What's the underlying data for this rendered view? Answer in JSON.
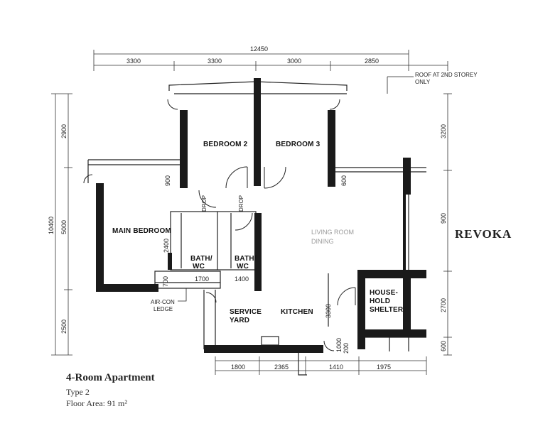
{
  "caption": {
    "title": "4-Room Apartment",
    "type": "Type 2",
    "floor_area": "Floor Area: 91 m²"
  },
  "dimensions": {
    "top_total": "12450",
    "top_segments": [
      "3300",
      "3300",
      "3000",
      "2850"
    ],
    "bottom_segments": [
      "1800",
      "2365",
      "1410",
      "1975"
    ],
    "left_total": "10400",
    "left_segments": [
      "2900",
      "5000",
      "2500"
    ],
    "right_segments": [
      "3200",
      "900",
      "2700",
      "600"
    ],
    "interior": {
      "d900_left": "900",
      "d600_mid": "600",
      "d2400": "2400",
      "d1700": "1700",
      "d1400": "1400",
      "d700": "700",
      "d3300": "3300",
      "d1000": "1000",
      "d200": "200"
    }
  },
  "rooms": {
    "bedroom2": "BEDROOM 2",
    "bedroom3": "BEDROOM 3",
    "main_bedroom": "MAIN BEDROOM",
    "bath1": "BATH/",
    "bath1_sub": "WC",
    "bath2": "BATH/",
    "bath2_sub": "WC",
    "service_yard": [
      "SERVICE",
      "YARD"
    ],
    "kitchen": "KITCHEN",
    "household_shelter": [
      "HOUSE-",
      "HOLD",
      "SHELTER"
    ]
  },
  "annotations": {
    "roof_note": [
      "ROOF AT 2ND STOREY",
      "ONLY"
    ],
    "aircon_ledge": [
      "AIR-CON",
      "LEDGE"
    ],
    "drop": "DROP",
    "faint_living": "LIVING ROOM",
    "faint_dining": "DINING",
    "stamp": "REVOKA"
  }
}
